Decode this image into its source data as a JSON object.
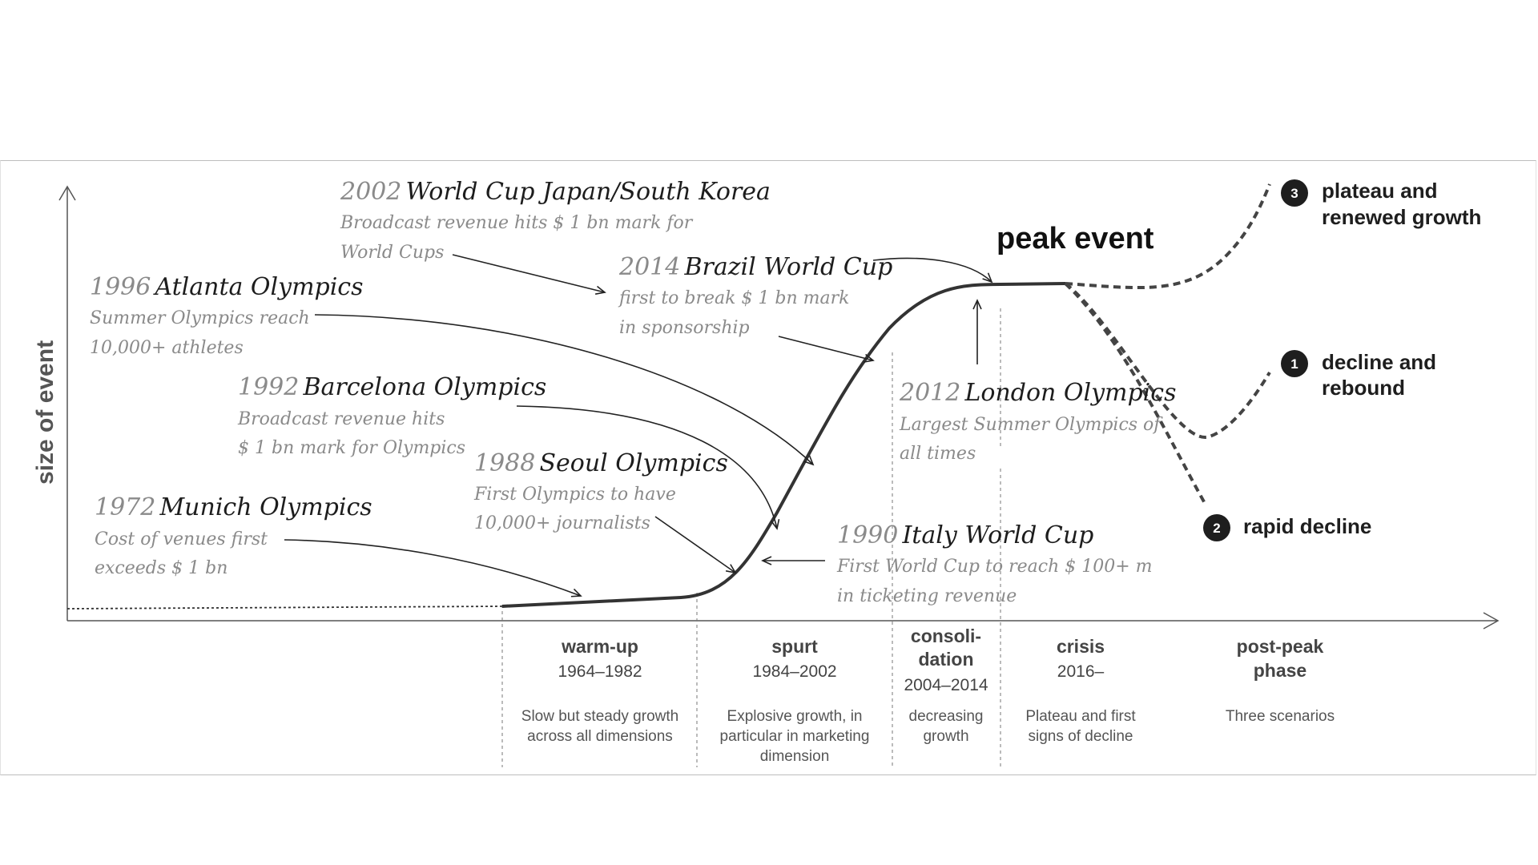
{
  "y_axis_label": "size of event",
  "peak_label": "peak event",
  "events": [
    {
      "year": "2002",
      "name": "World Cup Japan/South Korea",
      "desc1": "Broadcast revenue hits $ 1 bn mark for",
      "desc2": "World Cups"
    },
    {
      "year": "2014",
      "name": "Brazil World Cup",
      "desc1": "first to break $ 1 bn mark",
      "desc2": "in sponsorship"
    },
    {
      "year": "1996",
      "name": "Atlanta Olympics",
      "desc1": "Summer Olympics reach",
      "desc2": "10,000+ athletes"
    },
    {
      "year": "1992",
      "name": "Barcelona Olympics",
      "desc1": "Broadcast revenue hits",
      "desc2": "$ 1 bn mark for Olympics"
    },
    {
      "year": "1988",
      "name": "Seoul Olympics",
      "desc1": "First Olympics to have",
      "desc2": "10,000+ journalists"
    },
    {
      "year": "1972",
      "name": "Munich Olympics",
      "desc1": "Cost of venues first",
      "desc2": "exceeds $ 1 bn"
    },
    {
      "year": "2012",
      "name": "London Olympics",
      "desc1": "Largest Summer Olympics of",
      "desc2": "all times"
    },
    {
      "year": "1990",
      "name": "Italy World Cup",
      "desc1": "First World Cup to reach $ 100+ m",
      "desc2": "in ticketing revenue"
    }
  ],
  "phases": [
    {
      "name": "warm-up",
      "name2": "",
      "years": "1964–1982",
      "desc1": "Slow but steady growth",
      "desc2": "across all dimensions",
      "desc3": ""
    },
    {
      "name": "spurt",
      "name2": "",
      "years": "1984–2002",
      "desc1": "Explosive growth, in",
      "desc2": "particular in marketing",
      "desc3": "dimension"
    },
    {
      "name": "consoli-",
      "name2": "dation",
      "years": "2004–2014",
      "desc1": "decreasing",
      "desc2": "growth",
      "desc3": ""
    },
    {
      "name": "crisis",
      "name2": "",
      "years": "2016–",
      "desc1": "Plateau and first",
      "desc2": "signs of decline",
      "desc3": ""
    },
    {
      "name": "post-peak",
      "name2": "phase",
      "years": "",
      "desc1": "Three scenarios",
      "desc2": "",
      "desc3": ""
    }
  ],
  "scenarios": [
    {
      "num": "3",
      "line1": "plateau and",
      "line2": "renewed growth"
    },
    {
      "num": "1",
      "line1": "decline and",
      "line2": "rebound"
    },
    {
      "num": "2",
      "line1": "rapid decline",
      "line2": ""
    }
  ]
}
